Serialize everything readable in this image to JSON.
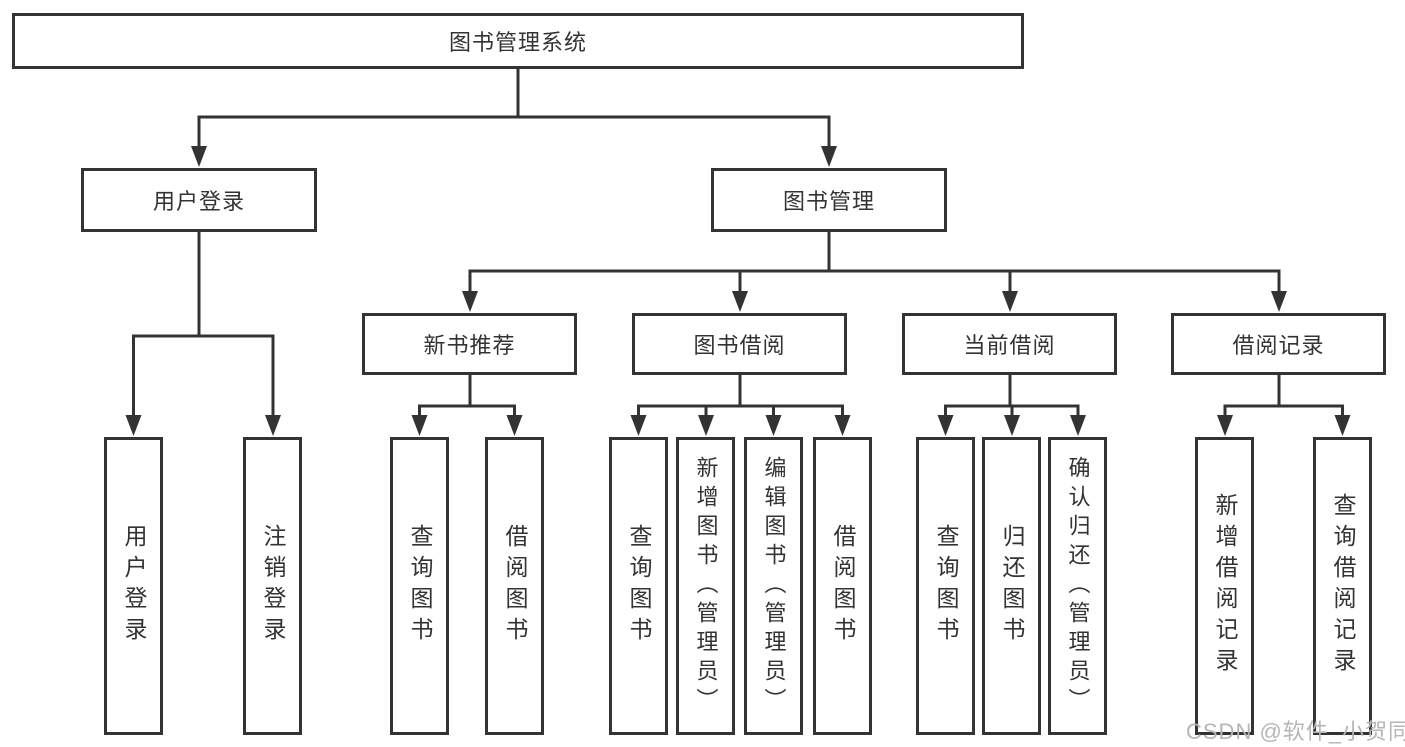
{
  "diagram": {
    "root": {
      "label": "图书管理系统"
    },
    "level2": [
      {
        "label": "用户登录"
      },
      {
        "label": "图书管理"
      }
    ],
    "level3": [
      {
        "label": "新书推荐"
      },
      {
        "label": "图书借阅"
      },
      {
        "label": "当前借阅"
      },
      {
        "label": "借阅记录"
      }
    ],
    "leaves": {
      "user": [
        "用户登录",
        "注销登录"
      ],
      "recommend": [
        "查询图书",
        "借阅图书"
      ],
      "borrow": [
        "查询图书",
        "新增图书（管理员）",
        "编辑图书（管理员）",
        "借阅图书"
      ],
      "current": [
        "查询图书",
        "归还图书",
        "确认归还（管理员）"
      ],
      "record": [
        "新增借阅记录",
        "查询借阅记录"
      ]
    }
  },
  "watermark": "CSDN @软件_小贺同学",
  "colors": {
    "line": "#333333",
    "text": "#333333",
    "watermark": "#b6b6b6",
    "background": "#ffffff"
  }
}
